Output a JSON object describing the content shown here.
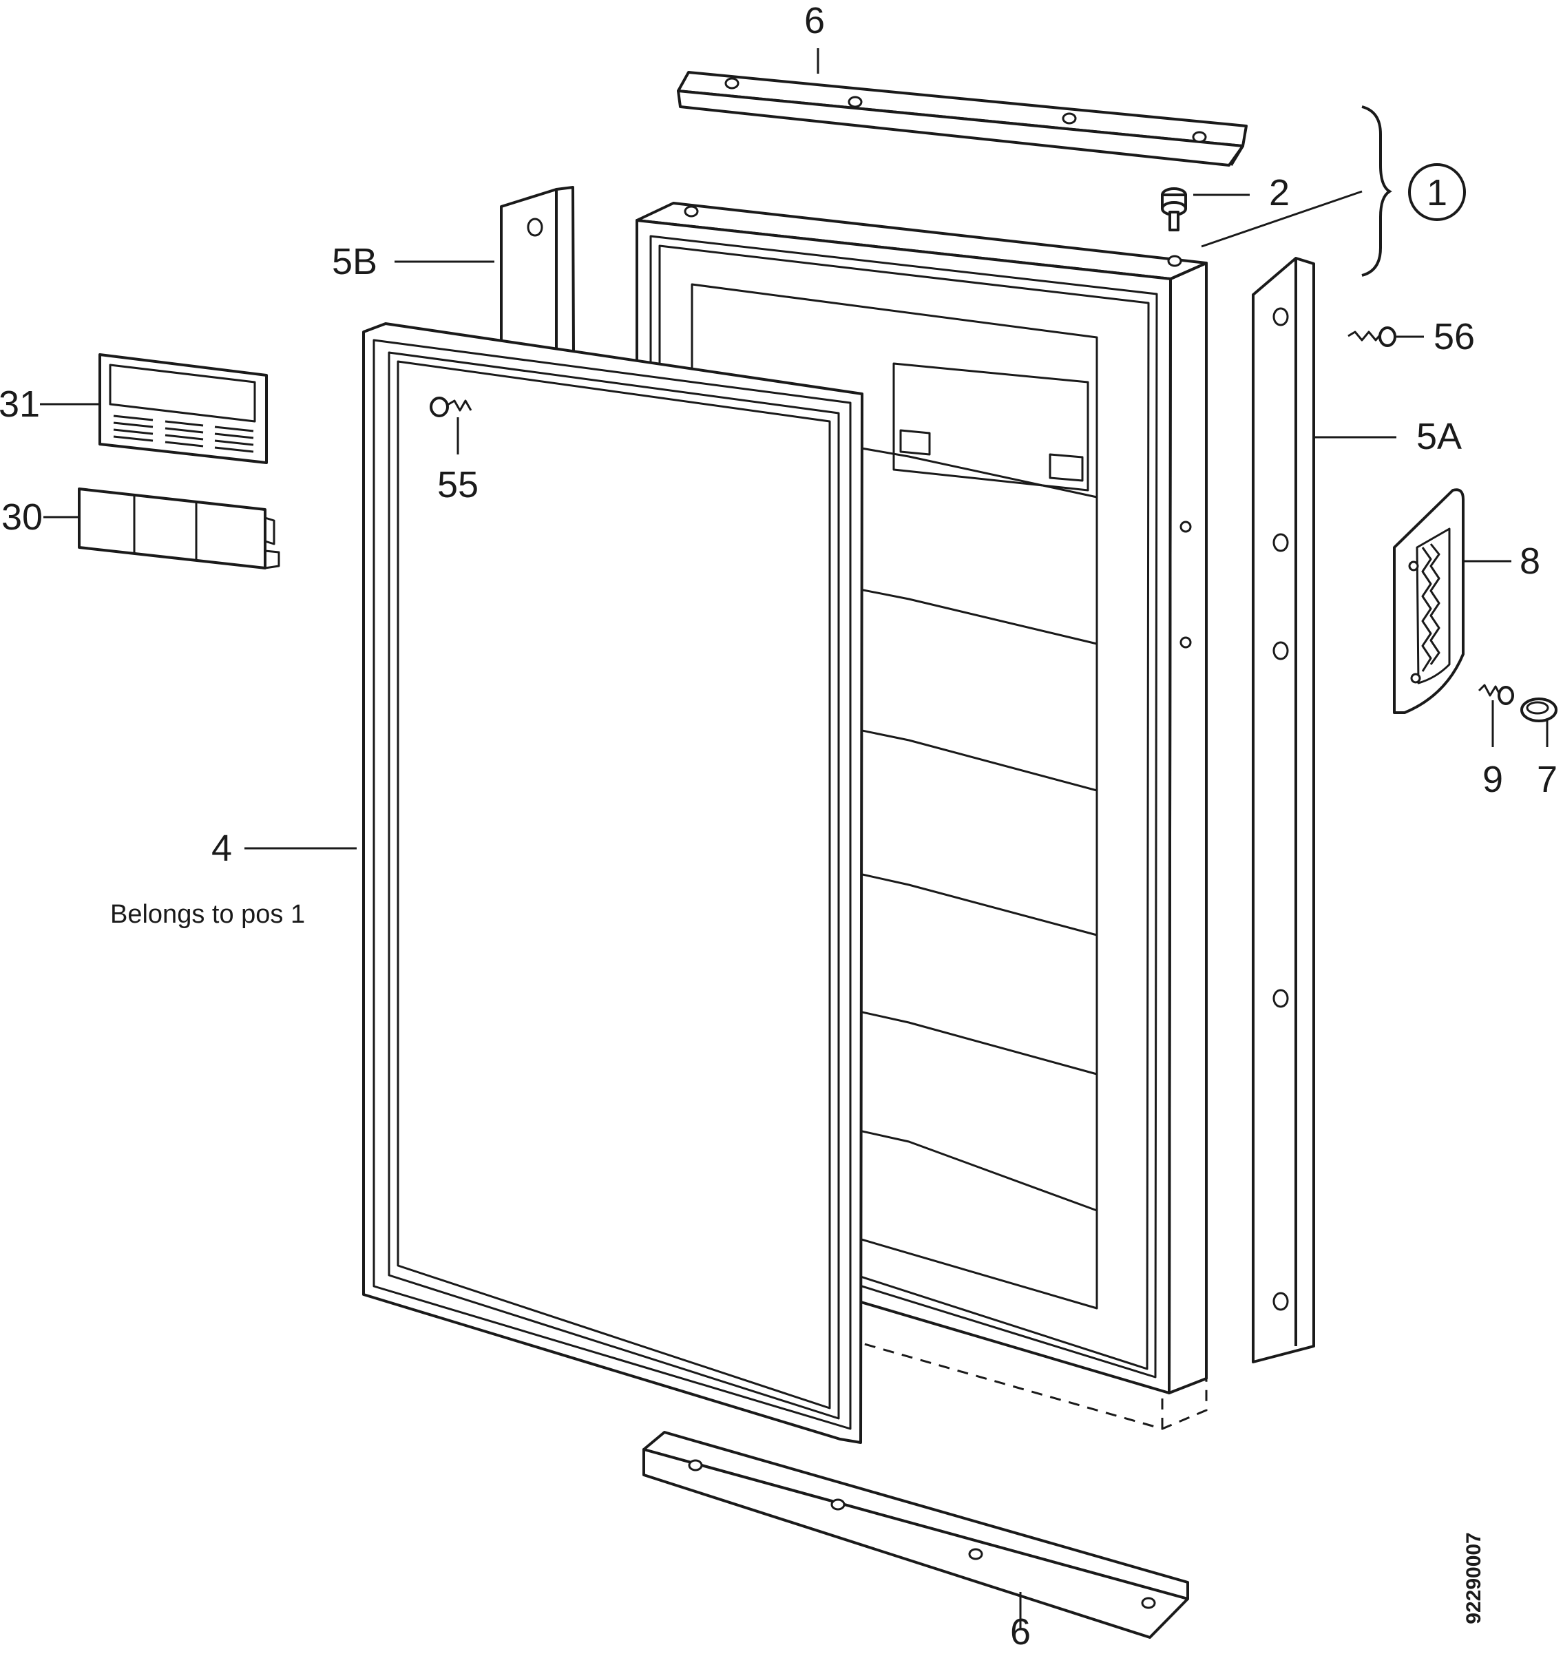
{
  "diagram": {
    "labels": {
      "pos_6_top": "6",
      "pos_6_bottom": "6",
      "pos_2": "2",
      "pos_1": "1",
      "pos_5b": "5B",
      "pos_5a": "5A",
      "pos_56": "56",
      "pos_55": "55",
      "pos_31": "31",
      "pos_30": "30",
      "pos_8": "8",
      "pos_9": "9",
      "pos_7": "7",
      "pos_4": "4"
    },
    "note": "Belongs to pos 1",
    "drawing_code": "92290007"
  }
}
